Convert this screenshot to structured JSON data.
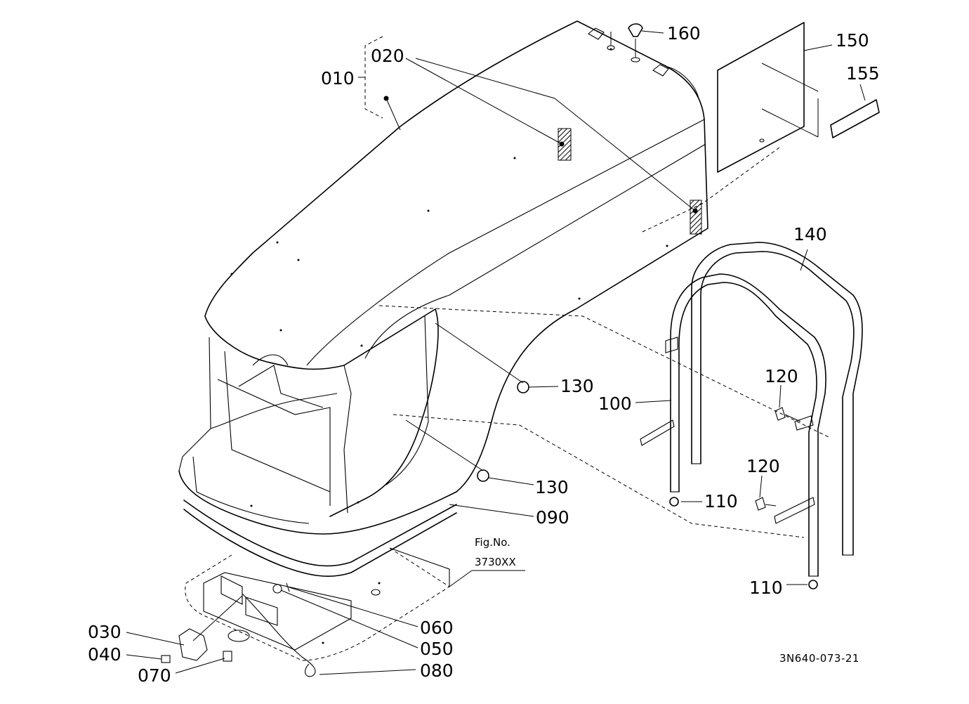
{
  "labels": {
    "p010": "010",
    "p020": "020",
    "p030": "030",
    "p040": "040",
    "p050": "050",
    "p060": "060",
    "p070": "070",
    "p080": "080",
    "p090": "090",
    "p100": "100",
    "p110a": "110",
    "p110b": "110",
    "p120a": "120",
    "p120b": "120",
    "p130a": "130",
    "p130b": "130",
    "p140": "140",
    "p150": "150",
    "p155": "155",
    "p160": "160"
  },
  "figure_ref": {
    "title": "Fig.No.",
    "number": "3730XX"
  },
  "drawing_code": "3N640-073-21"
}
